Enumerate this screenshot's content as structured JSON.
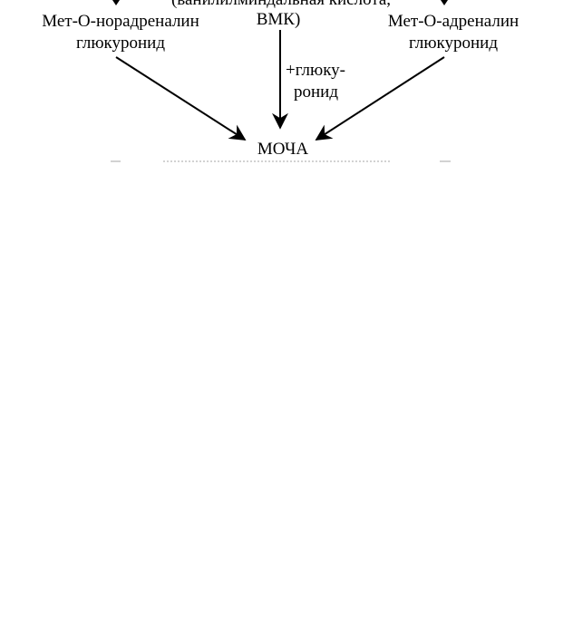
{
  "diagram": {
    "top_partial_line": "(ванилилминдальная кислота,",
    "center_top_label": "ВМК)",
    "left_product_line1": "Мет-О-норадреналин",
    "left_product_line2": "глюкуронид",
    "right_product_line1": "Мет-О-адреналин",
    "right_product_line2": "глюкуронид",
    "center_arrow_label_line1": "+глюку-",
    "center_arrow_label_line2": "ронид",
    "sink_label": "МОЧА"
  },
  "colors": {
    "ink": "#000000",
    "background": "#ffffff"
  }
}
